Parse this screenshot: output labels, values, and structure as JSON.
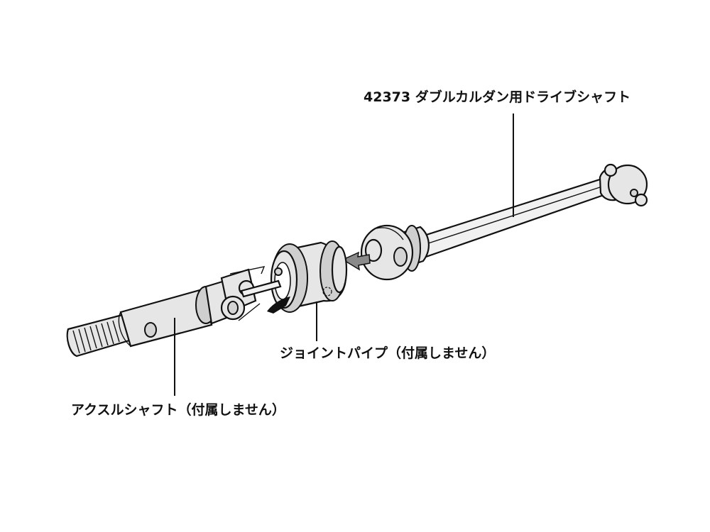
{
  "labels": {
    "drive_shaft": "42373 ダブルカルダン用ドライブシャフト",
    "joint_pipe": "ジョイントパイプ（付属しません）",
    "axle_shaft": "アクスルシャフト（付属しません）"
  },
  "colors": {
    "line": "#111111",
    "part_fill": "#e6e6e6",
    "ring_fill": "#cfcfcf",
    "arrow_dark": "#111111",
    "arrow_gray": "#8a8a8a"
  }
}
